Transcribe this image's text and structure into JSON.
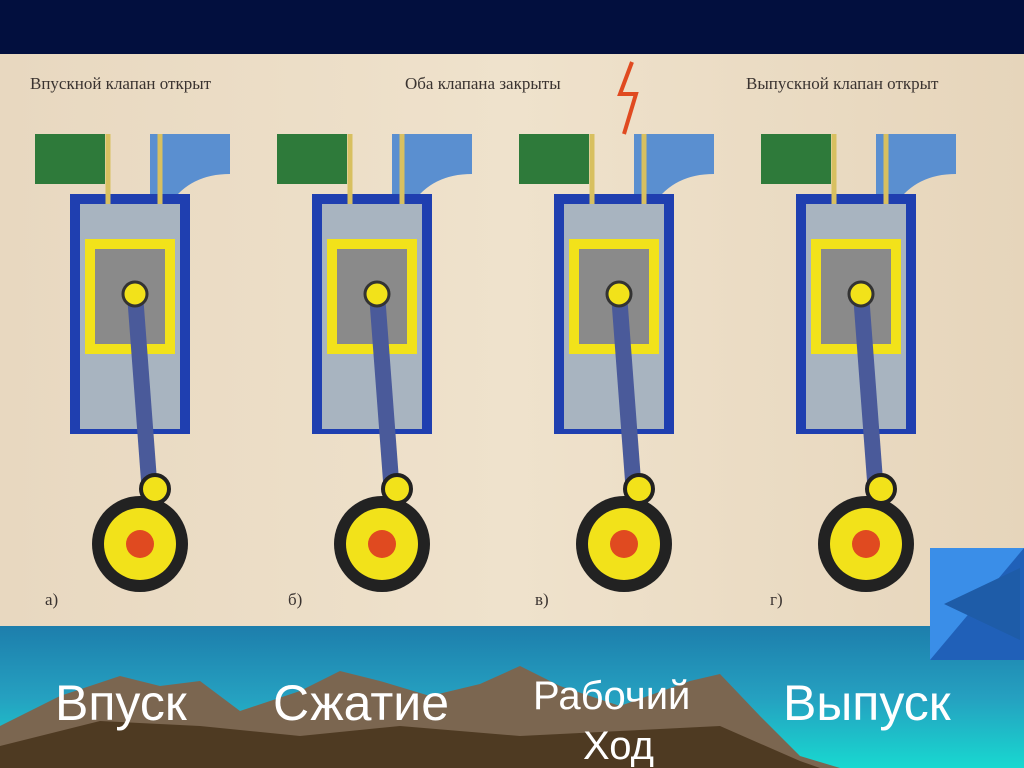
{
  "image": {
    "captions": [
      "Впускной клапан открыт",
      "Оба клапана закрыты",
      "Выпускной клапан открыт"
    ],
    "labels": [
      "а)",
      "б)",
      "в)",
      "г)"
    ]
  },
  "strokes": {
    "intake": "Впуск",
    "compression": "Сжатие",
    "power_line1": "Рабочий",
    "power_line2": "Ход",
    "exhaust": "Выпуск"
  },
  "nav": {
    "back_icon": "triangle-left-icon"
  },
  "colors": {
    "header": "#020f3e",
    "cylinder": "#1f3fb0",
    "piston_skirt": "#f2e21a",
    "intake_pipe": "#2e7a3a",
    "exhaust_pipe": "#5a8fd0",
    "arrow": "#e04a20"
  }
}
